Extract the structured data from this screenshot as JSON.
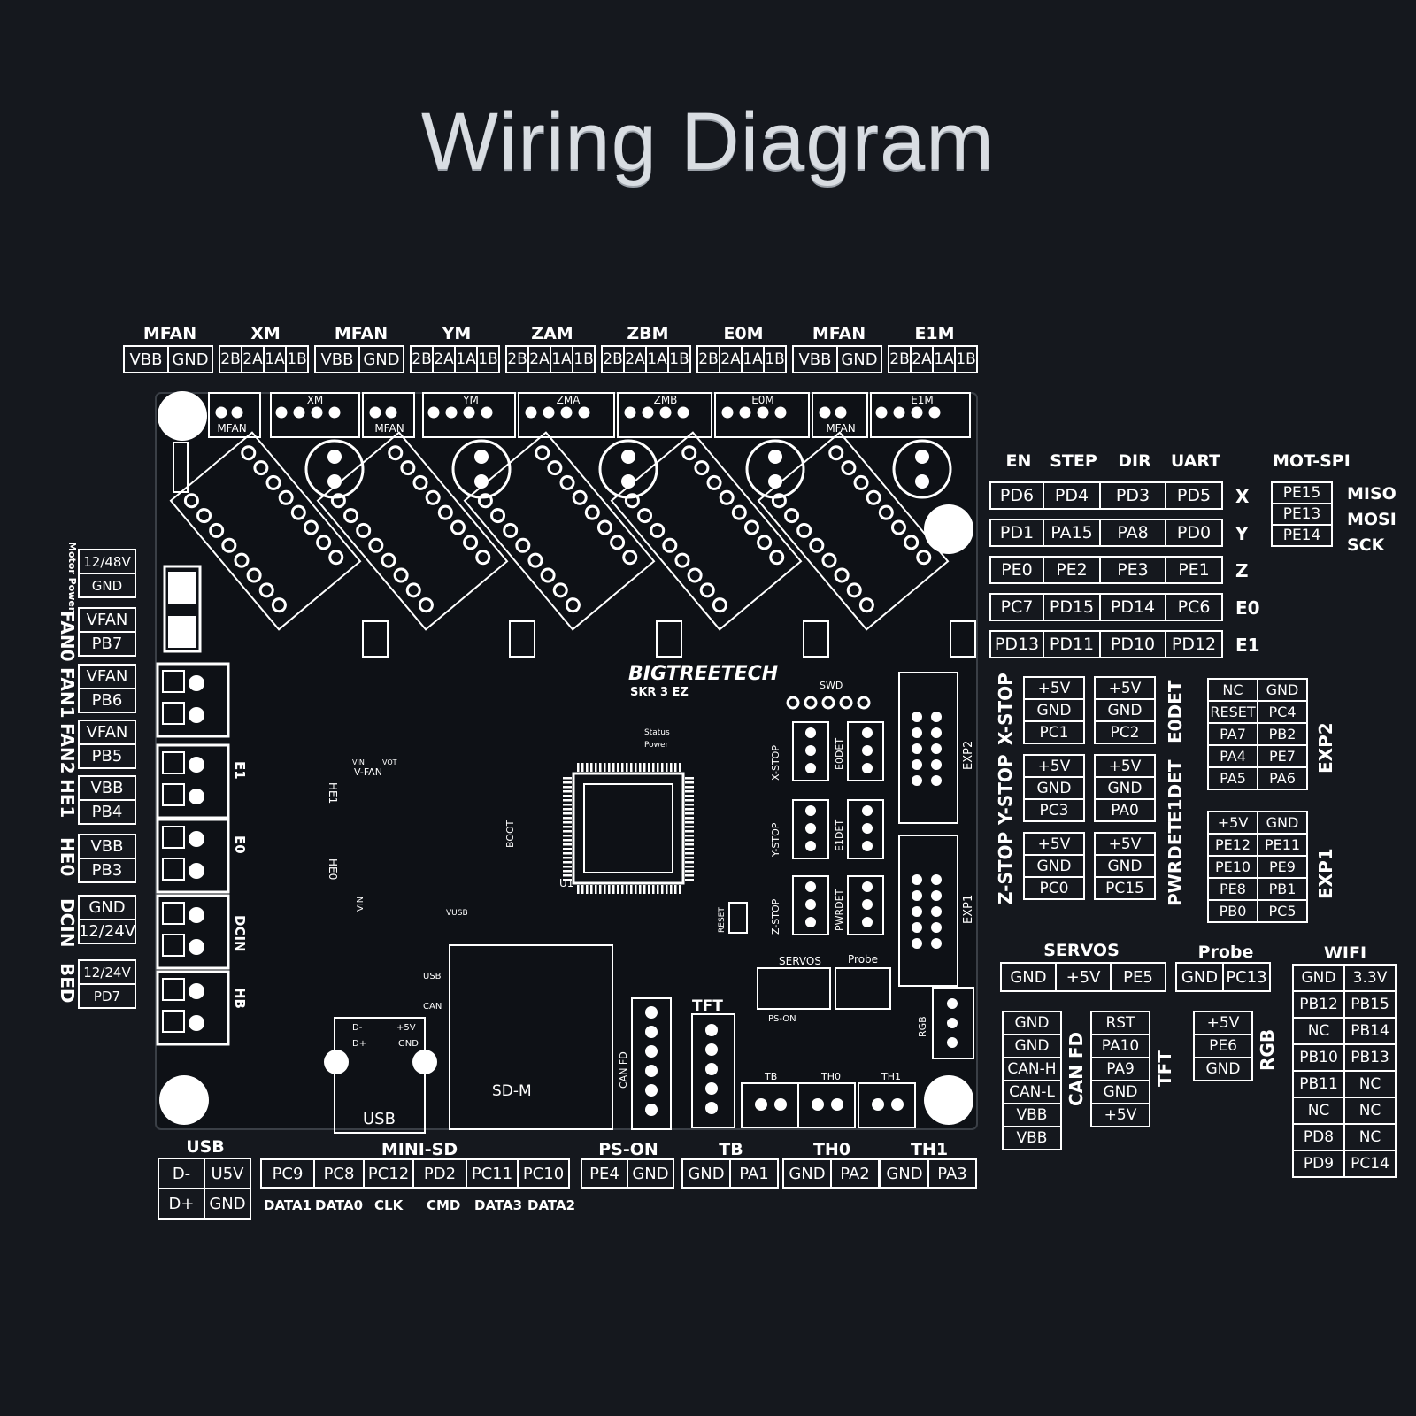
{
  "title": "Wiring Diagram",
  "top": {
    "groups": [
      {
        "label": "MFAN",
        "pins": [
          "VBB",
          "GND"
        ]
      },
      {
        "label": "XM",
        "pins": [
          "2B",
          "2A",
          "1A",
          "1B"
        ]
      },
      {
        "label": "MFAN",
        "pins": [
          "VBB",
          "GND"
        ]
      },
      {
        "label": "YM",
        "pins": [
          "2B",
          "2A",
          "1A",
          "1B"
        ]
      },
      {
        "label": "ZAM",
        "pins": [
          "2B",
          "2A",
          "1A",
          "1B"
        ]
      },
      {
        "label": "ZBM",
        "pins": [
          "2B",
          "2A",
          "1A",
          "1B"
        ]
      },
      {
        "label": "E0M",
        "pins": [
          "2B",
          "2A",
          "1A",
          "1B"
        ]
      },
      {
        "label": "MFAN",
        "pins": [
          "VBB",
          "GND"
        ]
      },
      {
        "label": "E1M",
        "pins": [
          "2B",
          "2A",
          "1A",
          "1B"
        ]
      }
    ]
  },
  "left": {
    "groups": [
      {
        "label": "Motor Power",
        "pins": [
          "12/48V",
          "GND"
        ]
      },
      {
        "label": "FAN0",
        "pins": [
          "VFAN",
          "PB7"
        ]
      },
      {
        "label": "FAN1",
        "pins": [
          "VFAN",
          "PB6"
        ]
      },
      {
        "label": "FAN2",
        "pins": [
          "VFAN",
          "PB5"
        ]
      },
      {
        "label": "HE1",
        "pins": [
          "VBB",
          "PB4"
        ]
      },
      {
        "label": "HE0",
        "pins": [
          "VBB",
          "PB3"
        ]
      },
      {
        "label": "DCIN",
        "pins": [
          "GND",
          "12/24V"
        ]
      },
      {
        "label": "BED",
        "pins": [
          "12/24V",
          "PD7"
        ]
      }
    ]
  },
  "drivers": {
    "headers": [
      "EN",
      "STEP",
      "DIR",
      "UART"
    ],
    "rows": [
      {
        "axis": "X",
        "pins": [
          "PD6",
          "PD4",
          "PD3",
          "PD5"
        ]
      },
      {
        "axis": "Y",
        "pins": [
          "PD1",
          "PA15",
          "PA8",
          "PD0"
        ]
      },
      {
        "axis": "Z",
        "pins": [
          "PE0",
          "PE2",
          "PE3",
          "PE1"
        ]
      },
      {
        "axis": "E0",
        "pins": [
          "PC7",
          "PD15",
          "PD14",
          "PC6"
        ]
      },
      {
        "axis": "E1",
        "pins": [
          "PD13",
          "PD11",
          "PD10",
          "PD12"
        ]
      }
    ]
  },
  "motspi": {
    "label": "MOT-SPI",
    "pins": [
      "PE15",
      "PE13",
      "PE14"
    ],
    "names": [
      "MISO",
      "MOSI",
      "SCK"
    ]
  },
  "stops": {
    "left_labels": [
      "X-STOP",
      "Y-STOP",
      "Z-STOP"
    ],
    "right_labels": [
      "E0DET",
      "E1DET",
      "PWRDET"
    ],
    "left": [
      [
        "+5V",
        "GND",
        "PC1"
      ],
      [
        "+5V",
        "GND",
        "PC3"
      ],
      [
        "+5V",
        "GND",
        "PC0"
      ]
    ],
    "right": [
      [
        "+5V",
        "GND",
        "PC2"
      ],
      [
        "+5V",
        "GND",
        "PA0"
      ],
      [
        "+5V",
        "GND",
        "PC15"
      ]
    ]
  },
  "exp2": {
    "label": "EXP2",
    "pins": [
      [
        "NC",
        "GND"
      ],
      [
        "RESET",
        "PC4"
      ],
      [
        "PA7",
        "PB2"
      ],
      [
        "PA4",
        "PE7"
      ],
      [
        "PA5",
        "PA6"
      ]
    ]
  },
  "exp1": {
    "label": "EXP1",
    "pins": [
      [
        "+5V",
        "GND"
      ],
      [
        "PE12",
        "PE11"
      ],
      [
        "PE10",
        "PE9"
      ],
      [
        "PE8",
        "PB1"
      ],
      [
        "PB0",
        "PC5"
      ]
    ]
  },
  "servos": {
    "label": "SERVOS",
    "pins": [
      "GND",
      "+5V",
      "PE5"
    ]
  },
  "probe": {
    "label": "Probe",
    "pins": [
      "GND",
      "PC13"
    ]
  },
  "wifi": {
    "label": "WIFI",
    "pins": [
      [
        "GND",
        "3.3V"
      ],
      [
        "PB12",
        "PB15"
      ],
      [
        "NC",
        "PB14"
      ],
      [
        "PB10",
        "PB13"
      ],
      [
        "PB11",
        "NC"
      ],
      [
        "NC",
        "NC"
      ],
      [
        "PD8",
        "NC"
      ],
      [
        "PD9",
        "PC14"
      ]
    ]
  },
  "canfd": {
    "label": "CAN FD",
    "pins": [
      "GND",
      "GND",
      "CAN-H",
      "CAN-L",
      "VBB",
      "VBB"
    ]
  },
  "tft": {
    "label": "TFT",
    "pins": [
      "RST",
      "PA10",
      "PA9",
      "GND",
      "+5V"
    ]
  },
  "rgb": {
    "label": "RGB",
    "pins": [
      "+5V",
      "PE6",
      "GND"
    ]
  },
  "usb": {
    "label": "USB",
    "pins": [
      [
        "D-",
        "U5V"
      ],
      [
        "D+",
        "GND"
      ]
    ]
  },
  "minisd": {
    "label": "MINI-SD",
    "pins": [
      "PC9",
      "PC8",
      "PC12",
      "PD2",
      "PC11",
      "PC10"
    ],
    "names": [
      "DATA1",
      "DATA0",
      "CLK",
      "CMD",
      "DATA3",
      "DATA2"
    ]
  },
  "pson": {
    "label": "PS-ON",
    "pins": [
      "PE4",
      "GND"
    ]
  },
  "tb": {
    "label": "TB",
    "pins": [
      "GND",
      "PA1"
    ]
  },
  "th0": {
    "label": "TH0",
    "pins": [
      "GND",
      "PA2"
    ]
  },
  "th1": {
    "label": "TH1",
    "pins": [
      "GND",
      "PA3"
    ]
  },
  "board": {
    "brand": "BIGTREETECH",
    "model": "SKR 3 EZ",
    "silk": {
      "xm": "XM",
      "ym": "YM",
      "zma": "ZMA",
      "zmb": "ZMB",
      "e0m": "E0M",
      "e1m": "E1M",
      "mfan": "MFAN",
      "swd": "SWD",
      "status": "Status",
      "power": "Power",
      "u1": "U1",
      "vfan": "V-FAN",
      "vin": "VIN",
      "vot": "VOT",
      "boot": "BOOT",
      "reset": "RESET",
      "xstop": "X-STOP",
      "ystop": "Y-STOP",
      "zstop": "Z-STOP",
      "e0det": "E0DET",
      "e1det": "E1DET",
      "pwrdet": "PWRDET",
      "exp1": "EXP1",
      "exp2": "EXP2",
      "servos": "SERVOS",
      "probe": "Probe",
      "tft": "TFT",
      "psoff": "PS-ON",
      "tb": "TB",
      "th0": "TH0",
      "th1": "TH1",
      "rgb": "RGB",
      "usb": "USB",
      "can": "CAN",
      "usbs": "USB",
      "sdm": "SD-M",
      "canfd": "CAN FD",
      "vusb": "VUSB",
      "he1": "HE1",
      "he0": "HE0",
      "e1": "E1",
      "e0": "E0",
      "dcin": "DCIN",
      "hb": "HB",
      "vin2": "VIN",
      "dminus": "D-",
      "dplus": "D+",
      "p5v": "+5V",
      "gnd": "GND"
    }
  }
}
